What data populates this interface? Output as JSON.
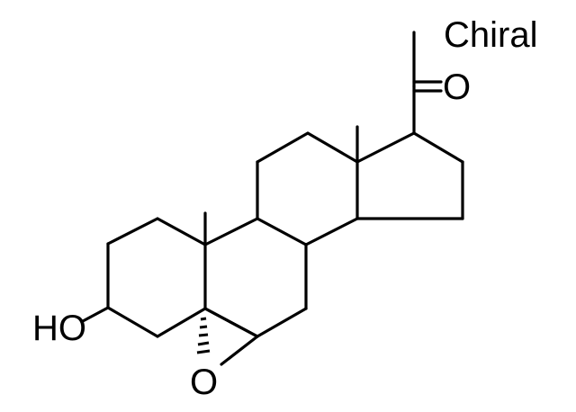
{
  "molecule": {
    "chirality_label": "Chiral",
    "atoms": {
      "hydroxyl": "HO",
      "epoxide_oxygen": "O",
      "ketone_oxygen": "O"
    }
  }
}
